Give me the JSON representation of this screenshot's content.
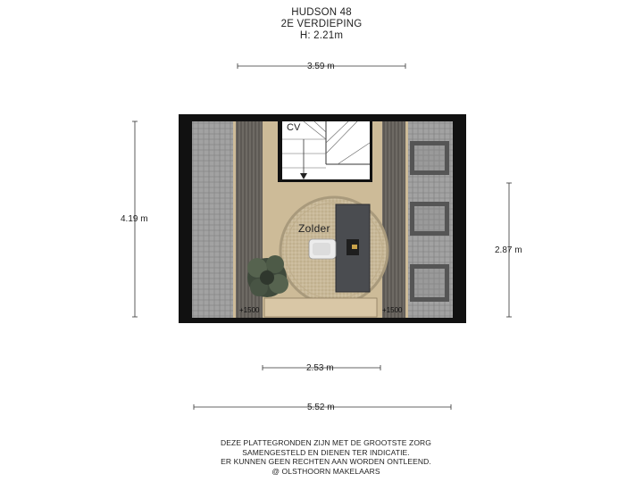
{
  "header": {
    "project": "HUDSON 48",
    "floor": "2E VERDIEPING",
    "height": "H: 2.21m"
  },
  "dimensions": {
    "top_width": "3.59 m",
    "left_depth": "4.19 m",
    "right_depth": "2.87 m",
    "bottom_inner_width": "2.53 m",
    "bottom_total_width": "5.52 m"
  },
  "plan": {
    "room_name": "Zolder",
    "boiler_label": "CV",
    "knee_wall_left": "+1500",
    "knee_wall_right": "+1500"
  },
  "disclaimer": {
    "line1": "DEZE PLATTEGRONDEN ZIJN MET DE GROOTSTE ZORG",
    "line2": "SAMENGESTELD EN DIENEN TER INDICATIE.",
    "line3": "ER KUNNEN GEEN RECHTEN AAN WORDEN ONTLEEND.",
    "line4": "@ OLSTHOORN MAKELAARS"
  }
}
